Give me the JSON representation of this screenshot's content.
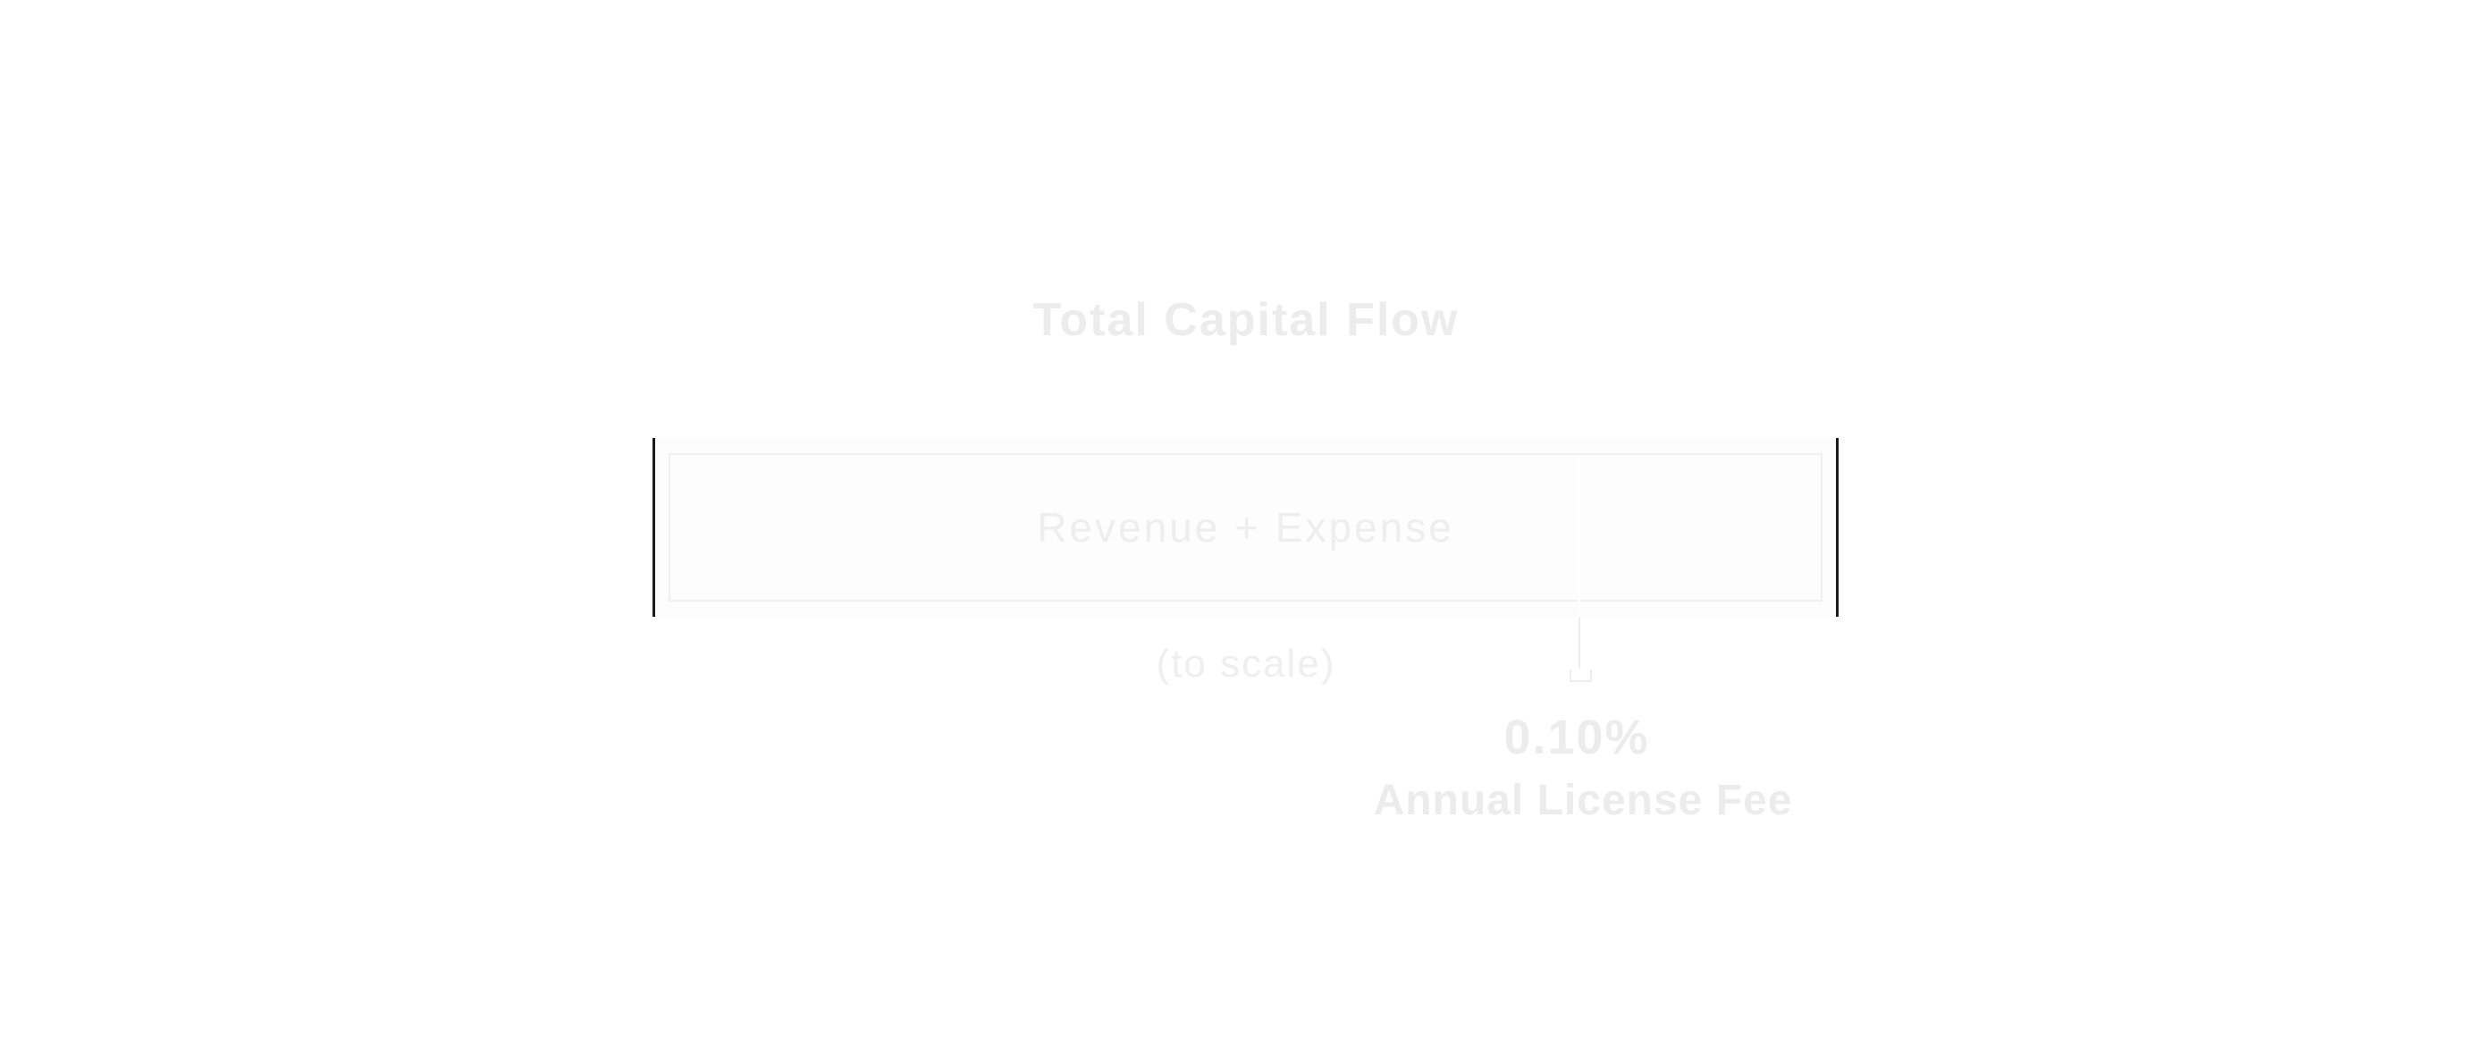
{
  "title": "Total Capital Flow",
  "bar": {
    "label": "Revenue + Expense",
    "scale_note": "(to scale)"
  },
  "callout": {
    "value": "0.10%",
    "label": "Annual License Fee"
  },
  "colors": {
    "background": "#ffffff",
    "endcap_line": "#1a1a1a",
    "inner_border": "#f0f0f0",
    "faint_text": "#ececec",
    "callout_line": "#eeeeee"
  },
  "chart_data": {
    "type": "bar",
    "title": "Total Capital Flow",
    "categories": [
      "Revenue + Expense"
    ],
    "values": [
      100
    ],
    "notes": [
      "(to scale)"
    ],
    "annotations": [
      {
        "text": "0.10%",
        "label": "Annual License Fee",
        "value_pct_of_bar": 0.1,
        "marker_position_fraction_along_bar": 0.78
      }
    ],
    "xlabel": "",
    "ylabel": "",
    "grid": false,
    "legend_position": "none",
    "description": "A single horizontal bar spanning the total capital flow (revenue plus expense) drawn to scale, with a hairline sliver marking the 0.10% annual license fee, connected by a line and bracket to its callout label below."
  }
}
